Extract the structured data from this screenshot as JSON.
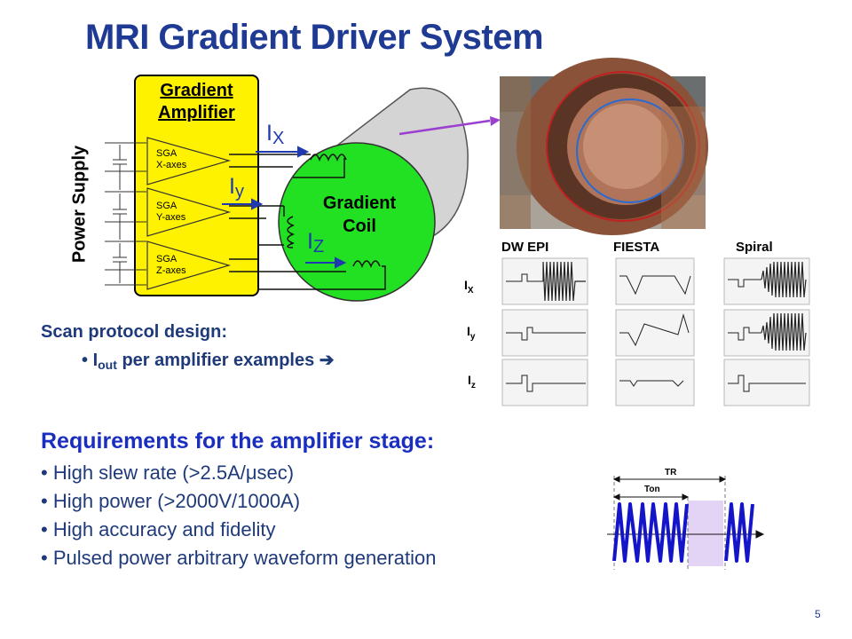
{
  "slide": {
    "title": "MRI Gradient Driver System",
    "page_number": "5"
  },
  "amplifier": {
    "title_line1": "Gradient",
    "title_line2": "Amplifier",
    "power_supply_label": "Power Supply",
    "sga_blocks": [
      {
        "line1": "SGA",
        "line2": "X-axes"
      },
      {
        "line1": "SGA",
        "line2": "Y-axes"
      },
      {
        "line1": "SGA",
        "line2": "Z-axes"
      }
    ]
  },
  "coil": {
    "label_line1": "Gradient",
    "label_line2": "Coil",
    "currents": [
      {
        "symbol": "I",
        "axis": "X"
      },
      {
        "symbol": "I",
        "axis": "y"
      },
      {
        "symbol": "I",
        "axis": "Z"
      }
    ]
  },
  "waveforms": {
    "column_headers": [
      "DW EPI",
      "FIESTA",
      "Spiral"
    ],
    "row_labels": [
      {
        "symbol": "I",
        "axis": "X"
      },
      {
        "symbol": "I",
        "axis": "y"
      },
      {
        "symbol": "I",
        "axis": "z"
      }
    ]
  },
  "scan_protocol": {
    "heading": "Scan protocol design:",
    "bullet_symbol": "I",
    "bullet_subscript": "out",
    "bullet_rest": " per amplifier examples ➔"
  },
  "requirements": {
    "heading": "Requirements for the amplifier stage:",
    "items": [
      "• High slew rate (>2.5A/μsec)",
      "• High power (>2000V/1000A)",
      "• High accuracy and fidelity",
      "• Pulsed power arbitrary waveform generation"
    ]
  },
  "timing_diagram": {
    "tr_label": "TR",
    "ton_label": "Ton"
  },
  "colors": {
    "title": "#1f3a93",
    "amplifier_fill": "#fff200",
    "coil_fill": "#22e022",
    "current_arrow": "#1f3ab0",
    "pointer_arrow": "#9b3fd0",
    "waveform_trace": "#1414c8",
    "off_period_fill": "#e3d4f5"
  }
}
